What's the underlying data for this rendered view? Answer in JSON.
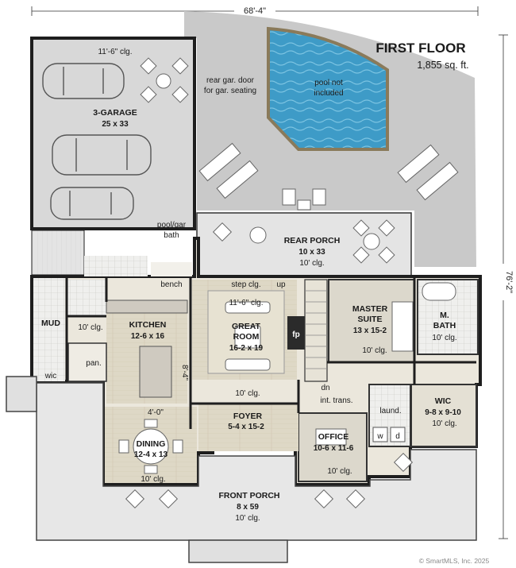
{
  "plan": {
    "title": "FIRST FLOOR",
    "area": "1,855 sq. ft.",
    "overall_width": "68'-4\"",
    "overall_depth": "76'-2\"",
    "watermark": "© SmartMLS, Inc. 2025"
  },
  "rooms": {
    "garage": {
      "ceiling": "11'-6\" clg.",
      "name": "3-GARAGE",
      "size": "25 x 33"
    },
    "rear_gar_door": {
      "line1": "rear gar. door",
      "line2": "for gar. seating"
    },
    "pool": {
      "line1": "pool not",
      "line2": "included"
    },
    "pool_bath": {
      "line1": "pool/gar",
      "line2": "bath"
    },
    "rear_porch": {
      "name": "REAR PORCH",
      "size": "10 x 33",
      "ceiling": "10' clg."
    },
    "bench": "bench",
    "step_ceiling": "step clg.",
    "up": "up",
    "mud": "MUD",
    "kitchen": {
      "ceiling": "10' clg.",
      "name": "KITCHEN",
      "size": "12-6 x 16"
    },
    "great_room": {
      "ceiling": "11'-6\" clg.",
      "name": "GREAT",
      "name2": "ROOM",
      "size": "16-2 x 19",
      "floor_ceiling": "10' clg."
    },
    "fp": "fp",
    "master_suite": {
      "name": "MASTER",
      "name2": "SUITE",
      "size": "13 x 15-2",
      "ceiling": "10' clg."
    },
    "master_bath": {
      "name": "M.",
      "name2": "BATH",
      "ceiling": "10' clg."
    },
    "pantry": "pan.",
    "wic_small": "wic",
    "island_dim": "8'-4\"",
    "opening_dim": "4'-0\"",
    "dn": "dn",
    "int_trans": "int. trans.",
    "laundry": "laund.",
    "washer": "w",
    "dryer": "d",
    "wic": {
      "name": "WIC",
      "size": "9-8 x 9-10",
      "ceiling": "10' clg."
    },
    "foyer": {
      "name": "FOYER",
      "size": "5-4 x 15-2"
    },
    "dining": {
      "name": "DINING",
      "size": "12-4 x 13",
      "ceiling": "10' clg."
    },
    "office": {
      "name": "OFFICE",
      "size": "10-6 x 11-6",
      "ceiling": "10' clg."
    },
    "front_porch": {
      "name": "FRONT PORCH",
      "size": "8 x 59",
      "ceiling": "10' clg."
    }
  },
  "colors": {
    "wall": "#1e1e1e",
    "garage_floor": "#d6d6d6",
    "patio": "#c9c9c9",
    "porch": "#e3e3e3",
    "interior": "#ebe7dc",
    "wood": "#ded8c6",
    "water": "#3e9bc7",
    "pool_edge": "#8a7a5a"
  }
}
